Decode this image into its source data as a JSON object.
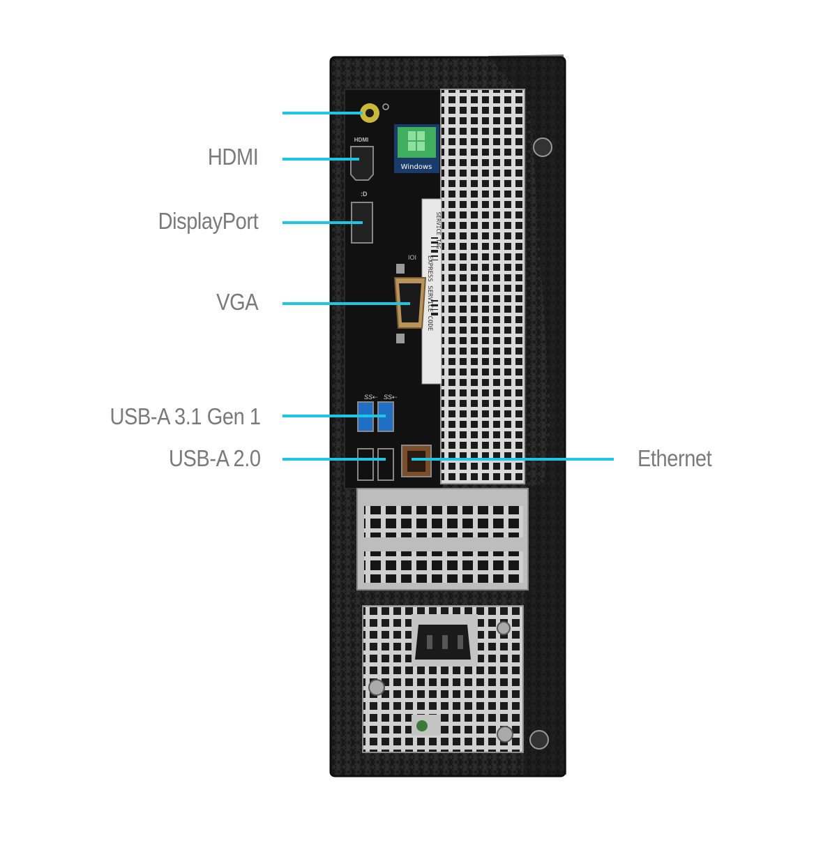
{
  "product": "Desktop tower rear panel",
  "ports": {
    "audio": "",
    "hdmi": "HDMI",
    "displayport": "DisplayPort",
    "vga": "VGA",
    "usb3": "USB-A 3.1 Gen 1",
    "usb2": "USB-A 2.0",
    "ethernet": "Ethernet"
  },
  "panel_text": {
    "hdmi_port_label": "HDMI",
    "windows_sticker": "Windows",
    "service_tag": "SERVICE TAG",
    "express_code": "EXPRESS SERVICE CODE"
  },
  "colors": {
    "callout_line": "#1ec6e6",
    "label_text": "#7a7a7a",
    "chassis": "#1c1c1c",
    "usb3_blue": "#1f6fc4",
    "vga_gold": "#b8935a"
  }
}
